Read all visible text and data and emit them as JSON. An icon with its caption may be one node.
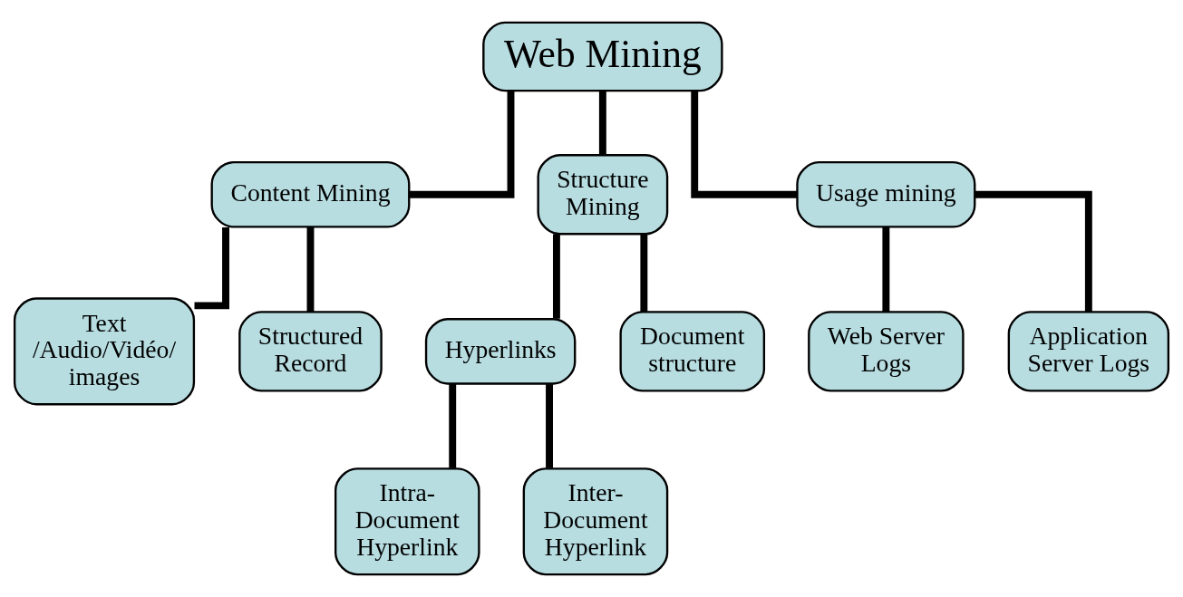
{
  "diagram": {
    "nodes": [
      {
        "text": [
          "Web Mining"
        ]
      },
      {
        "text": [
          "Content Mining"
        ]
      },
      {
        "text": [
          "Structure Mining"
        ]
      },
      {
        "text": [
          "Usage mining"
        ]
      },
      {
        "text": [
          "Text /Audio/Vidéo/ images"
        ]
      },
      {
        "text": [
          "Structured Record"
        ]
      },
      {
        "text": [
          "Hyperlinks"
        ]
      },
      {
        "text": [
          "Document structure"
        ]
      },
      {
        "text": [
          "Web Server Logs"
        ]
      },
      {
        "text": [
          "Application Server Logs"
        ]
      },
      {
        "text": [
          "Intra- Document Hyperlink"
        ]
      },
      {
        "text": [
          "Inter- Document Hyperlink"
        ]
      }
    ],
    "edges": [
      {
        "from": 0,
        "to": 1,
        "arrow": "none"
      },
      {
        "from": 0,
        "to": 2,
        "arrow": "none"
      },
      {
        "from": 0,
        "to": 3,
        "arrow": "none"
      },
      {
        "from": 1,
        "to": 4,
        "arrow": "none"
      },
      {
        "from": 1,
        "to": 5,
        "arrow": "none"
      },
      {
        "from": 2,
        "to": 6,
        "arrow": "none"
      },
      {
        "from": 2,
        "to": 7,
        "arrow": "none"
      },
      {
        "from": 3,
        "to": 8,
        "arrow": "none"
      },
      {
        "from": 3,
        "to": 9,
        "arrow": "none"
      },
      {
        "from": 6,
        "to": 10,
        "arrow": "none"
      },
      {
        "from": 6,
        "to": 11,
        "arrow": "none"
      }
    ]
  }
}
